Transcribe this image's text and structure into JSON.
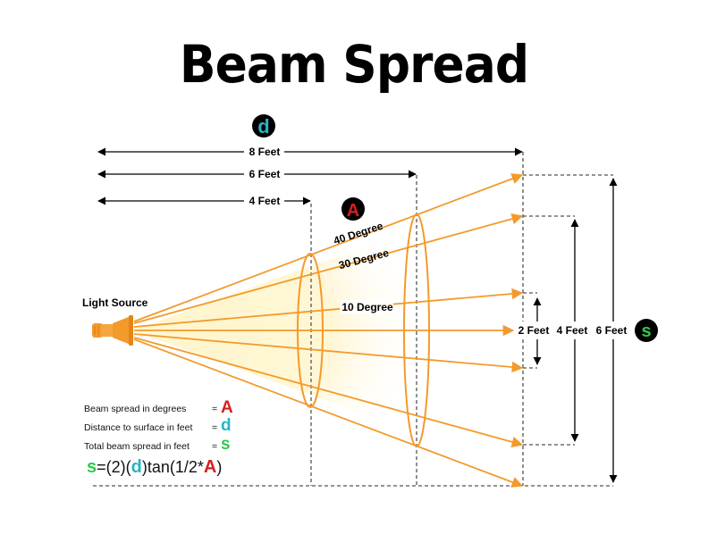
{
  "title": "Beam Spread",
  "colors": {
    "beam": "#f39a2b",
    "A": "#d42020",
    "d": "#27b4c6",
    "s": "#2ec94a",
    "badge_bg": "#000000"
  },
  "badges": {
    "d": "d",
    "A": "A",
    "s": "s"
  },
  "distances": [
    "8 Feet",
    "6 Feet",
    "4 Feet"
  ],
  "spreads": [
    "2 Feet",
    "4 Feet",
    "6 Feet"
  ],
  "angles": [
    "40 Degree",
    "30 Degree",
    "10 Degree"
  ],
  "light_source": "Light Source",
  "legend": [
    {
      "text": "Beam spread in degrees",
      "eq": "=",
      "sym": "A"
    },
    {
      "text": "Distance to surface in feet",
      "eq": "=",
      "sym": "d"
    },
    {
      "text": "Total beam spread in feet",
      "eq": "=",
      "sym": "s"
    }
  ],
  "formula": {
    "s": "s",
    "p1": "=(2)(",
    "d": "d",
    "p2": ")tan(1/2*",
    "A": "A",
    "p3": ")"
  },
  "icons": {
    "flashlight": "flashlight-icon"
  }
}
